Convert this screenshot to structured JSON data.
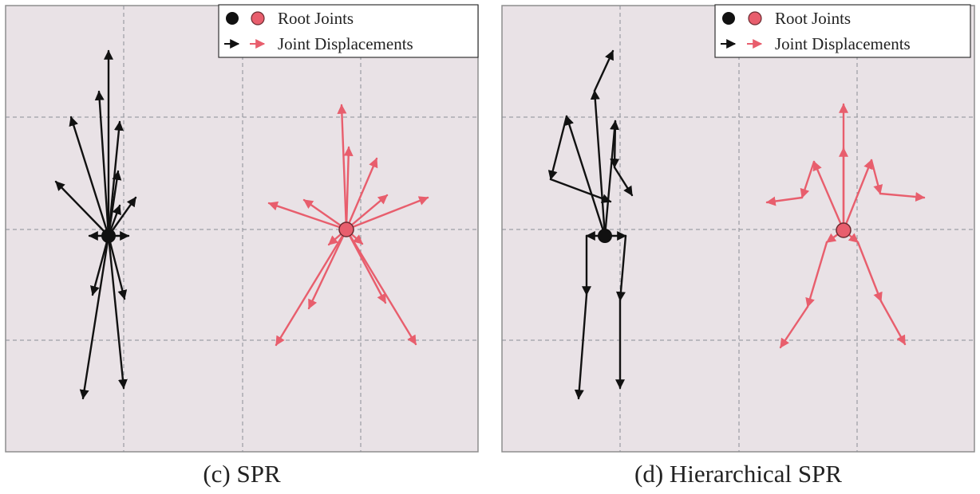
{
  "colors": {
    "background": "#e9e2e6",
    "grid": "#8a8f96",
    "frame": "#8e8e8e",
    "black": "#111111",
    "red": "#e85e6d",
    "red_edge": "#6b2b31"
  },
  "legend": {
    "root_joints": "Root Joints",
    "joint_displacements": "Joint Displacements"
  },
  "panels": [
    {
      "id": "c",
      "caption": "(c) SPR",
      "legend": {
        "root_joints": "Root Joints",
        "joint_displacements": "Joint Displacements"
      },
      "black_root": [
        136,
        296
      ],
      "red_root": [
        434,
        288
      ],
      "black_arrows": [
        [
          [
            136,
            296
          ],
          [
            136,
            64
          ]
        ],
        [
          [
            136,
            296
          ],
          [
            124,
            115
          ]
        ],
        [
          [
            136,
            296
          ],
          [
            150,
            153
          ]
        ],
        [
          [
            136,
            296
          ],
          [
            89,
            147
          ]
        ],
        [
          [
            136,
            296
          ],
          [
            70,
            228
          ]
        ],
        [
          [
            136,
            296
          ],
          [
            148,
            215
          ]
        ],
        [
          [
            136,
            296
          ],
          [
            170,
            248
          ]
        ],
        [
          [
            136,
            296
          ],
          [
            150,
            258
          ]
        ],
        [
          [
            136,
            296
          ],
          [
            112,
            296
          ]
        ],
        [
          [
            136,
            296
          ],
          [
            161,
            296
          ]
        ],
        [
          [
            136,
            296
          ],
          [
            116,
            370
          ]
        ],
        [
          [
            136,
            296
          ],
          [
            156,
            375
          ]
        ],
        [
          [
            136,
            296
          ],
          [
            104,
            500
          ]
        ],
        [
          [
            136,
            296
          ],
          [
            155,
            487
          ]
        ]
      ],
      "red_arrows": [
        [
          [
            434,
            288
          ],
          [
            428,
            132
          ]
        ],
        [
          [
            434,
            288
          ],
          [
            437,
            185
          ]
        ],
        [
          [
            434,
            288
          ],
          [
            472,
            199
          ]
        ],
        [
          [
            434,
            288
          ],
          [
            337,
            255
          ]
        ],
        [
          [
            434,
            288
          ],
          [
            381,
            251
          ]
        ],
        [
          [
            434,
            288
          ],
          [
            485,
            245
          ]
        ],
        [
          [
            434,
            288
          ],
          [
            536,
            248
          ]
        ],
        [
          [
            434,
            288
          ],
          [
            412,
            307
          ]
        ],
        [
          [
            434,
            288
          ],
          [
            454,
            306
          ]
        ],
        [
          [
            434,
            288
          ],
          [
            387,
            387
          ]
        ],
        [
          [
            434,
            288
          ],
          [
            346,
            433
          ]
        ],
        [
          [
            434,
            288
          ],
          [
            483,
            380
          ]
        ],
        [
          [
            434,
            288
          ],
          [
            521,
            432
          ]
        ]
      ]
    },
    {
      "id": "d",
      "caption": "(d) Hierarchical SPR",
      "legend": {
        "root_joints": "Root Joints",
        "joint_displacements": "Joint Displacements"
      },
      "black_root": [
        758,
        296
      ],
      "red_root": [
        1057,
        289
      ],
      "black_arrows": [
        [
          [
            758,
            296
          ],
          [
            745,
            114
          ]
        ],
        [
          [
            745,
            114
          ],
          [
            768,
            64
          ]
        ],
        [
          [
            758,
            296
          ],
          [
            710,
            146
          ]
        ],
        [
          [
            710,
            146
          ],
          [
            690,
            225
          ]
        ],
        [
          [
            690,
            225
          ],
          [
            765,
            253
          ]
        ],
        [
          [
            758,
            296
          ],
          [
            771,
            152
          ]
        ],
        [
          [
            771,
            152
          ],
          [
            770,
            210
          ]
        ],
        [
          [
            770,
            210
          ],
          [
            792,
            245
          ]
        ],
        [
          [
            758,
            296
          ],
          [
            735,
            296
          ]
        ],
        [
          [
            758,
            296
          ],
          [
            784,
            296
          ]
        ],
        [
          [
            735,
            296
          ],
          [
            735,
            370
          ]
        ],
        [
          [
            735,
            370
          ],
          [
            725,
            500
          ]
        ],
        [
          [
            784,
            296
          ],
          [
            777,
            377
          ]
        ],
        [
          [
            777,
            377
          ],
          [
            777,
            487
          ]
        ]
      ],
      "red_arrows": [
        [
          [
            1057,
            289
          ],
          [
            1057,
            131
          ]
        ],
        [
          [
            1057,
            289
          ],
          [
            1057,
            186
          ]
        ],
        [
          [
            1057,
            289
          ],
          [
            1020,
            203
          ]
        ],
        [
          [
            1020,
            203
          ],
          [
            1005,
            248
          ]
        ],
        [
          [
            1005,
            248
          ],
          [
            961,
            254
          ]
        ],
        [
          [
            1057,
            289
          ],
          [
            1092,
            201
          ]
        ],
        [
          [
            1092,
            201
          ],
          [
            1103,
            243
          ]
        ],
        [
          [
            1103,
            243
          ],
          [
            1158,
            248
          ]
        ],
        [
          [
            1057,
            289
          ],
          [
            1036,
            304
          ]
        ],
        [
          [
            1057,
            289
          ],
          [
            1075,
            304
          ]
        ],
        [
          [
            1036,
            304
          ],
          [
            1012,
            385
          ]
        ],
        [
          [
            1012,
            385
          ],
          [
            978,
            436
          ]
        ],
        [
          [
            1075,
            304
          ],
          [
            1104,
            378
          ]
        ],
        [
          [
            1104,
            378
          ],
          [
            1134,
            432
          ]
        ]
      ]
    }
  ]
}
